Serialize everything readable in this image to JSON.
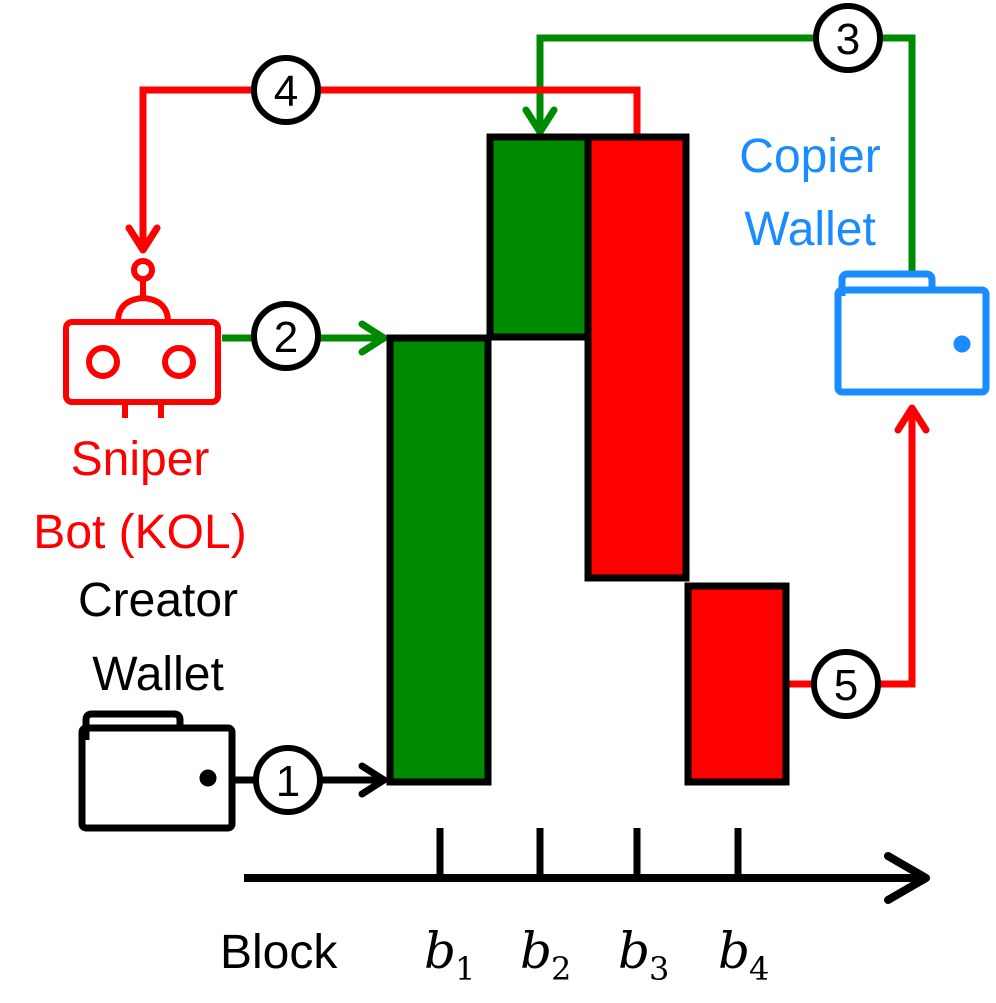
{
  "colors": {
    "buy": "#008a00",
    "sell": "#ff0000",
    "outline": "#000000",
    "copier": "#1a8cff",
    "sniper": "#ff0000",
    "creator": "#000000"
  },
  "actors": {
    "sniper": {
      "line1": "Sniper",
      "line2": "Bot (KOL)",
      "icon": "robot-icon"
    },
    "copier": {
      "line1": "Copier",
      "line2": "Wallet",
      "icon": "wallet-icon"
    },
    "creator": {
      "line1": "Creator",
      "line2": "Wallet",
      "icon": "wallet-icon"
    }
  },
  "steps": [
    "1",
    "2",
    "3",
    "4",
    "5"
  ],
  "axis": {
    "label": "Block",
    "ticks": [
      {
        "base": "b",
        "sub": "1"
      },
      {
        "base": "b",
        "sub": "2"
      },
      {
        "base": "b",
        "sub": "3"
      },
      {
        "base": "b",
        "sub": "4"
      }
    ]
  }
}
